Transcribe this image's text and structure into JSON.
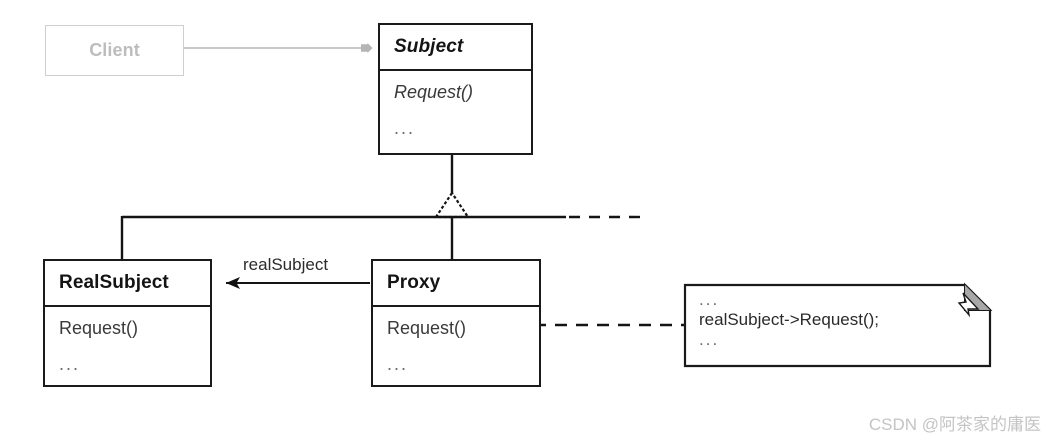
{
  "diagram": {
    "title": "Proxy design pattern UML class diagram",
    "colors": {
      "stroke": "#1a1a1a",
      "ghost_stroke": "#cfcfcf",
      "ghost_text": "#bdbdbd",
      "note_fold_fill": "#a8a8a8",
      "watermark": "#c4c4c4",
      "background": "#ffffff"
    }
  },
  "classes": {
    "client": {
      "name": "Client",
      "style": "ghost"
    },
    "subject": {
      "name": "Subject",
      "abstract": true,
      "operations": [
        {
          "label": "Request()",
          "abstract": true
        },
        {
          "label": "...",
          "abstract": false
        }
      ]
    },
    "realsubject": {
      "name": "RealSubject",
      "abstract": false,
      "operations": [
        {
          "label": "Request()",
          "abstract": false
        },
        {
          "label": "...",
          "abstract": false
        }
      ]
    },
    "proxy": {
      "name": "Proxy",
      "abstract": false,
      "operations": [
        {
          "label": "Request()",
          "abstract": false
        },
        {
          "label": "...",
          "abstract": false
        }
      ]
    }
  },
  "note": {
    "lines": [
      "...",
      "realSubject->Request();",
      "..."
    ]
  },
  "edges": {
    "client_to_subject": {
      "type": "dependency-arrow",
      "from": "Client",
      "to": "Subject",
      "label": ""
    },
    "realsubject_generalization": {
      "type": "generalization",
      "from": "RealSubject",
      "to": "Subject"
    },
    "proxy_generalization": {
      "type": "generalization",
      "from": "Proxy",
      "to": "Subject"
    },
    "proxy_to_realsubject": {
      "type": "association",
      "from": "Proxy",
      "to": "RealSubject",
      "label": "realSubject"
    },
    "proxy_request_to_note": {
      "type": "note-anchor",
      "from": "Proxy.Request()",
      "to": "note"
    }
  },
  "watermark": {
    "text": "CSDN @阿茶家的庸医"
  }
}
